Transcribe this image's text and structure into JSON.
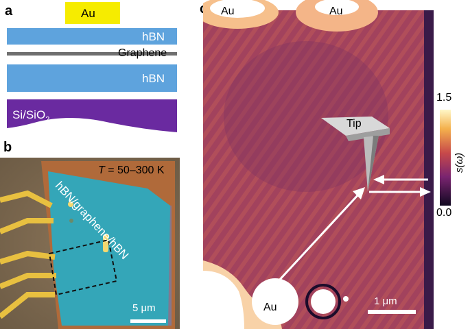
{
  "panel_a": {
    "letter": "a",
    "au_label": "Au",
    "top_hbn_label": "hBN",
    "graphene_label": "Graphene",
    "bottom_hbn_label": "hBN",
    "substrate_label": "Si/SiO",
    "substrate_subscript": "2",
    "colors": {
      "au": "#f6ec00",
      "hbn": "#5ea3dd",
      "graphene": "#6f6f6f",
      "substrate": "#6a2aa0"
    }
  },
  "panel_b": {
    "letter": "b",
    "temperature_symbol": "T",
    "temperature_range": " = 50–300 K",
    "stack_label": "hBN/graphene/hBN",
    "scale_bar_label": "5 μm"
  },
  "panel_c": {
    "letter": "c",
    "au_labels": [
      "Au",
      "Au",
      "Au"
    ],
    "tip_label": "Tip",
    "scale_bar_label": "1 μm",
    "colorbar": {
      "max_label": "1.5",
      "min_label": "0.0",
      "axis_label": "s(ω)",
      "range": [
        0.0,
        1.5
      ]
    }
  }
}
